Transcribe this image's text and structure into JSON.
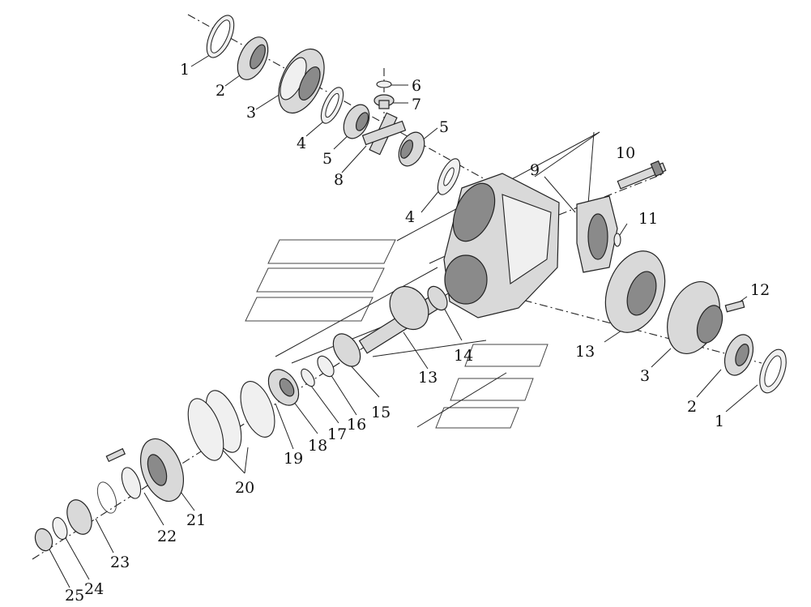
{
  "labels": {
    "l1a": "1",
    "l2a": "2",
    "l3a": "3",
    "l4a": "4",
    "l5a": "5",
    "l6": "6",
    "l7": "7",
    "l5b": "5",
    "l8": "8",
    "l4b": "4",
    "l9": "9",
    "l10": "10",
    "l11": "11",
    "l12": "12",
    "l13a": "13",
    "l13b": "13",
    "l14": "14",
    "l15": "15",
    "l16": "16",
    "l17": "17",
    "l18": "18",
    "l19": "19",
    "l20": "20",
    "l21": "21",
    "l22": "22",
    "l23": "23",
    "l24": "24",
    "l25": "25",
    "l3b": "3",
    "l2b": "2",
    "l1b": "1"
  }
}
